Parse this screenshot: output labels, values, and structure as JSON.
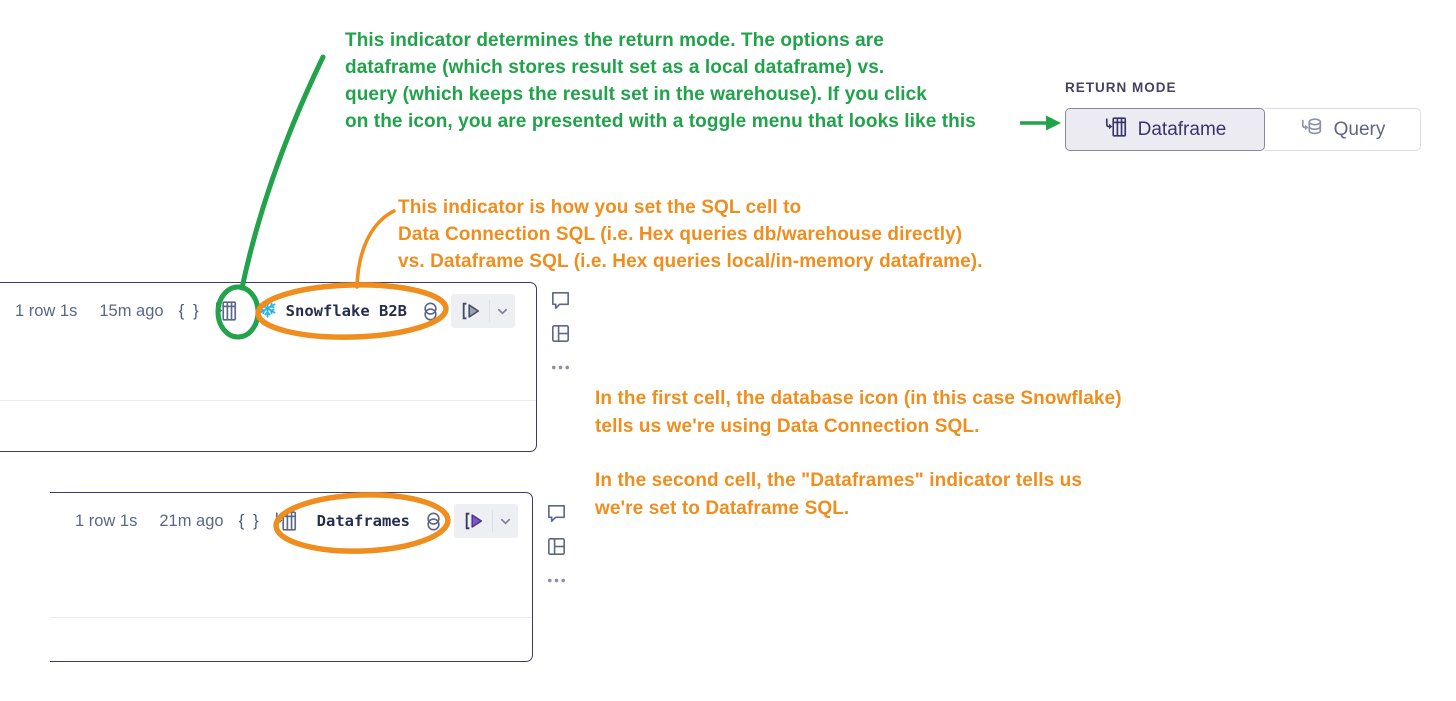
{
  "colors": {
    "annotation_green": "#21a24b",
    "annotation_orange": "#ef8e1e",
    "cell_border_navy": "#3e3a6d",
    "snowflake_blue": "#29b5e8",
    "run_purple": "#7d55c8",
    "slate_icon": "#5d6888"
  },
  "green_note": {
    "lines": [
      "This indicator determines the return mode. The options are",
      "dataframe (which stores result set as a local dataframe) vs.",
      "query (which keeps the result set in the warehouse). If you click",
      "on the icon, you are presented with a toggle menu that looks like this"
    ]
  },
  "orange_note_1": {
    "lines": [
      "This indicator is how you set the SQL cell to",
      "Data Connection SQL (i.e. Hex queries db/warehouse directly)",
      "vs. Dataframe SQL (i.e. Hex queries local/in-memory dataframe)."
    ]
  },
  "orange_note_2": {
    "para_1_lines": [
      "In the first cell, the database icon (in this case Snowflake)",
      "tells us we're using Data Connection SQL."
    ],
    "para_2_lines": [
      "In the second cell, the \"Dataframes\" indicator tells us",
      "we're set to Dataframe SQL."
    ]
  },
  "return_mode_panel": {
    "label": "RETURN MODE",
    "options": [
      {
        "label": "Dataframe",
        "icon": "dataframe-table-icon",
        "selected": true
      },
      {
        "label": "Query",
        "icon": "query-database-icon",
        "selected": false
      }
    ]
  },
  "cells": [
    {
      "stats": "1 row 1s",
      "time": "15m ago",
      "vars": "{ }",
      "return_mode_icon": "dataframe-table-icon",
      "source_icon": "snowflake-icon",
      "source_label": "Snowflake B2B",
      "side_icons": [
        "comment-icon",
        "layout-icon",
        "more-dots-icon"
      ]
    },
    {
      "stats": "1 row 1s",
      "time": "21m ago",
      "vars": "{ }",
      "return_mode_icon": "dataframe-table-icon",
      "source_label": "Dataframes",
      "side_icons": [
        "comment-icon",
        "layout-icon",
        "more-dots-icon"
      ]
    }
  ]
}
